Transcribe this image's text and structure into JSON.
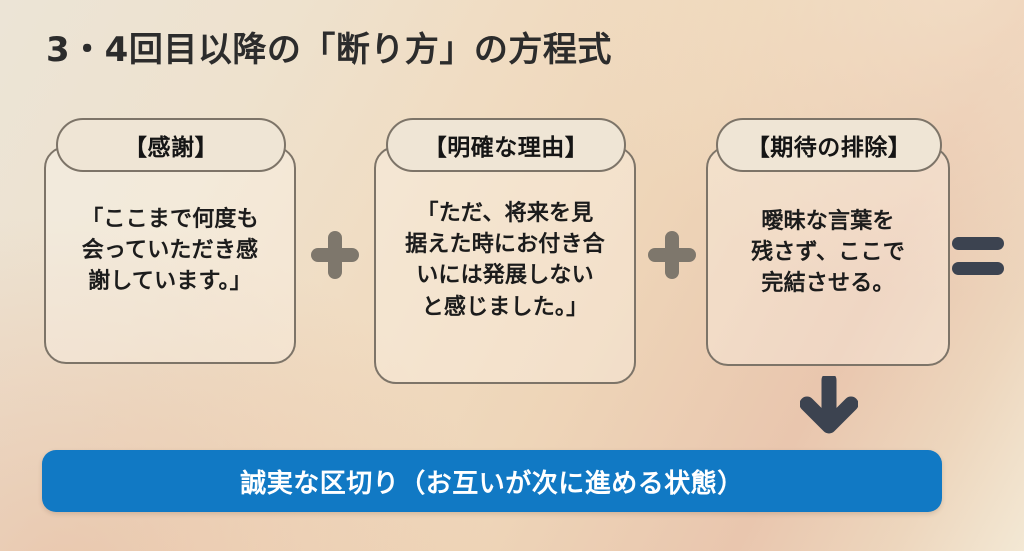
{
  "slide": {
    "title": "3・4回目以降の「断り方」の方程式",
    "background_colors": {
      "top_left": "#ece4d6",
      "top_right": "#eed7bd",
      "bottom_left": "#e8c4ad",
      "bottom_right": "#f3e8d4"
    }
  },
  "cards": [
    {
      "header": "【感謝】",
      "body": "「ここまで何度も\n会っていただき感\n謝しています。」"
    },
    {
      "header": "【明確な理由】",
      "body": "「ただ、将来を見\n据えた時にお付き合\nいには発展しない\nと感じました。」"
    },
    {
      "header": "【期待の排除】",
      "body": "曖昧な言葉を\n残さず、ここで\n完結させる。"
    }
  ],
  "operators": {
    "plus": "+",
    "equals": "=",
    "arrow": "down-arrow"
  },
  "banner": {
    "label": "誠実な区切り（お互いが次に進める状態）",
    "color": "#1179c4",
    "text_color": "#ffffff"
  }
}
